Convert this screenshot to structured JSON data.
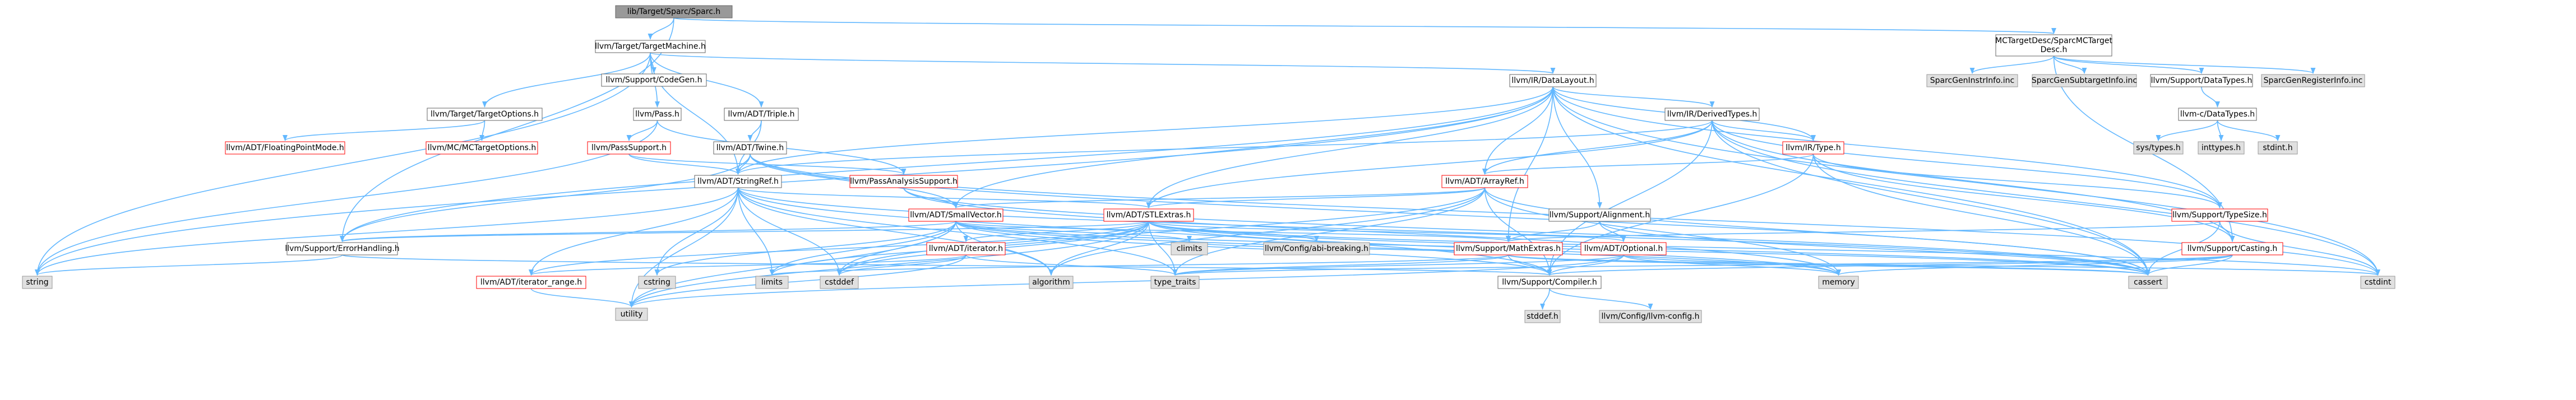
{
  "colors": {
    "edge": "#63b8ff",
    "root_fill": "#999999",
    "normal_stroke": "#666666",
    "red_stroke": "#ff0000",
    "system_fill": "#e0e0e0",
    "system_stroke": "#999999"
  },
  "nodes": [
    {
      "id": "spar",
      "label": "lib/Target/Sparc/Sparc.h",
      "kind": "root"
    },
    {
      "id": "tm",
      "label": "llvm/Target/TargetMachine.h",
      "kind": "normal"
    },
    {
      "id": "mctd",
      "label": "MCTargetDesc/SparcMCTarget",
      "label2": "Desc.h",
      "kind": "normal"
    },
    {
      "id": "codegen",
      "label": "llvm/Support/CodeGen.h",
      "kind": "normal"
    },
    {
      "id": "datalayout",
      "label": "llvm/IR/DataLayout.h",
      "kind": "normal"
    },
    {
      "id": "sparcgeninstr",
      "label": "SparcGenInstrInfo.inc",
      "kind": "system"
    },
    {
      "id": "sparcgensub",
      "label": "SparcGenSubtargetInfo.inc",
      "kind": "system"
    },
    {
      "id": "datatypes",
      "label": "llvm/Support/DataTypes.h",
      "kind": "normal"
    },
    {
      "id": "sparcgenreg",
      "label": "SparcGenRegisterInfo.inc",
      "kind": "system"
    },
    {
      "id": "targetopts",
      "label": "llvm/Target/TargetOptions.h",
      "kind": "normal"
    },
    {
      "id": "pass",
      "label": "llvm/Pass.h",
      "kind": "normal"
    },
    {
      "id": "triple",
      "label": "llvm/ADT/Triple.h",
      "kind": "normal"
    },
    {
      "id": "derived",
      "label": "llvm/IR/DerivedTypes.h",
      "kind": "normal"
    },
    {
      "id": "cdatatypes",
      "label": "llvm-c/DataTypes.h",
      "kind": "normal"
    },
    {
      "id": "fpmode",
      "label": "llvm/ADT/FloatingPointMode.h",
      "kind": "red"
    },
    {
      "id": "mctargetopts",
      "label": "llvm/MC/MCTargetOptions.h",
      "kind": "red"
    },
    {
      "id": "passsupport",
      "label": "llvm/PassSupport.h",
      "kind": "red"
    },
    {
      "id": "twine",
      "label": "llvm/ADT/Twine.h",
      "kind": "normal"
    },
    {
      "id": "irtype",
      "label": "llvm/IR/Type.h",
      "kind": "red"
    },
    {
      "id": "systypes",
      "label": "sys/types.h",
      "kind": "system"
    },
    {
      "id": "inttypes",
      "label": "inttypes.h",
      "kind": "system"
    },
    {
      "id": "stdinth",
      "label": "stdint.h",
      "kind": "system"
    },
    {
      "id": "stringref",
      "label": "llvm/ADT/StringRef.h",
      "kind": "normal"
    },
    {
      "id": "passanalysis",
      "label": "llvm/PassAnalysisSupport.h",
      "kind": "red"
    },
    {
      "id": "arrayref",
      "label": "llvm/ADT/ArrayRef.h",
      "kind": "red"
    },
    {
      "id": "smallvector",
      "label": "llvm/ADT/SmallVector.h",
      "kind": "red"
    },
    {
      "id": "stlextras",
      "label": "llvm/ADT/STLExtras.h",
      "kind": "red"
    },
    {
      "id": "alignment",
      "label": "llvm/Support/Alignment.h",
      "kind": "normal"
    },
    {
      "id": "typesize",
      "label": "llvm/Support/TypeSize.h",
      "kind": "red"
    },
    {
      "id": "errorhandling",
      "label": "llvm/Support/ErrorHandling.h",
      "kind": "normal"
    },
    {
      "id": "climits",
      "label": "climits",
      "kind": "system"
    },
    {
      "id": "configabi",
      "label": "llvm/Config/abi-breaking.h",
      "kind": "system"
    },
    {
      "id": "iterator",
      "label": "llvm/ADT/iterator.h",
      "kind": "red"
    },
    {
      "id": "mathextras",
      "label": "llvm/Support/MathExtras.h",
      "kind": "red"
    },
    {
      "id": "optional",
      "label": "llvm/ADT/Optional.h",
      "kind": "red"
    },
    {
      "id": "casting",
      "label": "llvm/Support/Casting.h",
      "kind": "red"
    },
    {
      "id": "string",
      "label": "string",
      "kind": "system"
    },
    {
      "id": "iterrange",
      "label": "llvm/ADT/iterator_range.h",
      "kind": "red"
    },
    {
      "id": "cstring",
      "label": "cstring",
      "kind": "system"
    },
    {
      "id": "limits",
      "label": "limits",
      "kind": "system"
    },
    {
      "id": "cstddef",
      "label": "cstddef",
      "kind": "system"
    },
    {
      "id": "algorithm",
      "label": "algorithm",
      "kind": "system"
    },
    {
      "id": "typetraits",
      "label": "type_traits",
      "kind": "system"
    },
    {
      "id": "compiler",
      "label": "llvm/Support/Compiler.h",
      "kind": "normal"
    },
    {
      "id": "memory",
      "label": "memory",
      "kind": "system"
    },
    {
      "id": "cassert",
      "label": "cassert",
      "kind": "system"
    },
    {
      "id": "cstdint",
      "label": "cstdint",
      "kind": "system"
    },
    {
      "id": "utility",
      "label": "utility",
      "kind": "system"
    },
    {
      "id": "stddef",
      "label": "stddef.h",
      "kind": "system"
    },
    {
      "id": "llvmconfig",
      "label": "llvm/Config/llvm-config.h",
      "kind": "system"
    }
  ],
  "edges": [
    [
      "spar",
      "tm"
    ],
    [
      "spar",
      "mctd"
    ],
    [
      "spar",
      "errorhandling"
    ],
    [
      "tm",
      "codegen"
    ],
    [
      "tm",
      "datalayout"
    ],
    [
      "tm",
      "targetopts"
    ],
    [
      "tm",
      "pass"
    ],
    [
      "tm",
      "triple"
    ],
    [
      "tm",
      "stringref"
    ],
    [
      "tm",
      "string"
    ],
    [
      "mctd",
      "sparcgeninstr"
    ],
    [
      "mctd",
      "sparcgensub"
    ],
    [
      "mctd",
      "datatypes"
    ],
    [
      "mctd",
      "sparcgenreg"
    ],
    [
      "mctd",
      "casting"
    ],
    [
      "datatypes",
      "cdatatypes"
    ],
    [
      "cdatatypes",
      "systypes"
    ],
    [
      "cdatatypes",
      "inttypes"
    ],
    [
      "cdatatypes",
      "stdinth"
    ],
    [
      "targetopts",
      "fpmode"
    ],
    [
      "targetopts",
      "mctargetopts"
    ],
    [
      "pass",
      "passsupport"
    ],
    [
      "pass",
      "passanalysis"
    ],
    [
      "pass",
      "string"
    ],
    [
      "triple",
      "twine"
    ],
    [
      "triple",
      "stringref"
    ],
    [
      "twine",
      "stringref"
    ],
    [
      "twine",
      "smallvector"
    ],
    [
      "twine",
      "errorhandling"
    ],
    [
      "twine",
      "cassert"
    ],
    [
      "twine",
      "cstdint"
    ],
    [
      "datalayout",
      "derived"
    ],
    [
      "datalayout",
      "irtype"
    ],
    [
      "datalayout",
      "arrayref"
    ],
    [
      "datalayout",
      "smallvector"
    ],
    [
      "datalayout",
      "stlextras"
    ],
    [
      "datalayout",
      "alignment"
    ],
    [
      "datalayout",
      "typesize"
    ],
    [
      "datalayout",
      "errorhandling"
    ],
    [
      "datalayout",
      "mathextras"
    ],
    [
      "datalayout",
      "stringref"
    ],
    [
      "datalayout",
      "string"
    ],
    [
      "datalayout",
      "cassert"
    ],
    [
      "datalayout",
      "cstdint"
    ],
    [
      "derived",
      "irtype"
    ],
    [
      "derived",
      "arrayref"
    ],
    [
      "derived",
      "stlextras"
    ],
    [
      "derived",
      "stringref"
    ],
    [
      "derived",
      "casting"
    ],
    [
      "derived",
      "typesize"
    ],
    [
      "derived",
      "compiler"
    ],
    [
      "derived",
      "cassert"
    ],
    [
      "derived",
      "cstdint"
    ],
    [
      "irtype",
      "arrayref"
    ],
    [
      "irtype",
      "casting"
    ],
    [
      "irtype",
      "compiler"
    ],
    [
      "irtype",
      "typesize"
    ],
    [
      "irtype",
      "cassert"
    ],
    [
      "passsupport",
      "stringref"
    ],
    [
      "passsupport",
      "passanalysis"
    ],
    [
      "passanalysis",
      "smallvector"
    ],
    [
      "passanalysis",
      "cassert"
    ],
    [
      "passanalysis",
      "memory"
    ],
    [
      "stringref",
      "stlextras"
    ],
    [
      "stringref",
      "iterrange"
    ],
    [
      "stringref",
      "compiler"
    ],
    [
      "stringref",
      "algorithm"
    ],
    [
      "stringref",
      "cassert"
    ],
    [
      "stringref",
      "cstddef"
    ],
    [
      "stringref",
      "cstring"
    ],
    [
      "stringref",
      "limits"
    ],
    [
      "stringref",
      "string"
    ],
    [
      "stringref",
      "typetraits"
    ],
    [
      "stringref",
      "utility"
    ],
    [
      "arrayref",
      "smallvector"
    ],
    [
      "arrayref",
      "stlextras"
    ],
    [
      "arrayref",
      "compiler"
    ],
    [
      "arrayref",
      "algorithm"
    ],
    [
      "arrayref",
      "cassert"
    ],
    [
      "arrayref",
      "cstddef"
    ],
    [
      "arrayref",
      "memory"
    ],
    [
      "arrayref",
      "typetraits"
    ],
    [
      "smallvector",
      "compiler"
    ],
    [
      "smallvector",
      "errorhandling"
    ],
    [
      "smallvector",
      "mathextras"
    ],
    [
      "smallvector",
      "type_traits_alias"
    ],
    [
      "smallvector",
      "algorithm"
    ],
    [
      "smallvector",
      "cassert"
    ],
    [
      "smallvector",
      "cstddef"
    ],
    [
      "smallvector",
      "cstring"
    ],
    [
      "smallvector",
      "climits"
    ],
    [
      "smallvector",
      "limits"
    ],
    [
      "smallvector",
      "memory"
    ],
    [
      "smallvector",
      "utility"
    ],
    [
      "stlextras",
      "configabi"
    ],
    [
      "stlextras",
      "iterator"
    ],
    [
      "stlextras",
      "iterrange"
    ],
    [
      "stlextras",
      "optional"
    ],
    [
      "stlextras",
      "errorhandling"
    ],
    [
      "stlextras",
      "algorithm"
    ],
    [
      "stlextras",
      "cassert"
    ],
    [
      "stlextras",
      "cstddef"
    ],
    [
      "stlextras",
      "cstdint"
    ],
    [
      "stlextras",
      "limits"
    ],
    [
      "stlextras",
      "memory"
    ],
    [
      "stlextras",
      "typetraits"
    ],
    [
      "stlextras",
      "utility"
    ],
    [
      "alignment",
      "mathextras"
    ],
    [
      "alignment",
      "cassert"
    ],
    [
      "alignment",
      "optional"
    ],
    [
      "typesize",
      "mathextras"
    ],
    [
      "typesize",
      "cassert"
    ],
    [
      "typesize",
      "cstdint"
    ],
    [
      "errorhandling",
      "compiler"
    ],
    [
      "errorhandling",
      "string"
    ],
    [
      "iterator",
      "iterrange"
    ],
    [
      "iterator",
      "cstddef"
    ],
    [
      "iterator",
      "typetraits"
    ],
    [
      "iterator",
      "utility"
    ],
    [
      "mathextras",
      "compiler"
    ],
    [
      "mathextras",
      "cassert"
    ],
    [
      "mathextras",
      "climits"
    ],
    [
      "mathextras",
      "cstdint"
    ],
    [
      "mathextras",
      "limits"
    ],
    [
      "mathextras",
      "typetraits"
    ],
    [
      "optional",
      "compiler"
    ],
    [
      "optional",
      "cassert"
    ],
    [
      "optional",
      "memory"
    ],
    [
      "optional",
      "typetraits"
    ],
    [
      "optional",
      "utility"
    ],
    [
      "casting",
      "compiler"
    ],
    [
      "casting",
      "cassert"
    ],
    [
      "casting",
      "memory"
    ],
    [
      "casting",
      "typetraits"
    ],
    [
      "iterrange",
      "utility"
    ],
    [
      "compiler",
      "llvmconfig"
    ],
    [
      "compiler",
      "stddef"
    ]
  ]
}
